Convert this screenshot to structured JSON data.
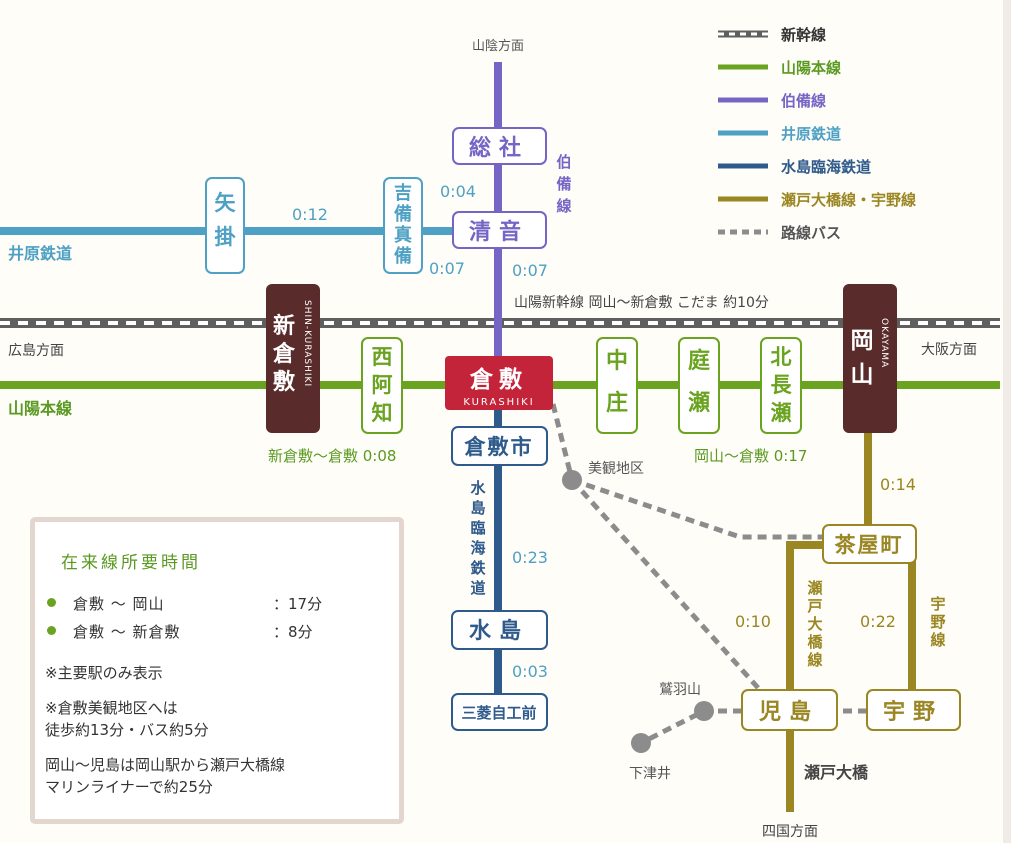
{
  "colors": {
    "shinkansen": "#5f5f5f",
    "sanyo": "#6aa320",
    "hakubi": "#7566c6",
    "ibara": "#4ea1c4",
    "mizushima": "#2f5a8c",
    "seto": "#9a8622",
    "bus": "#8c8c8c",
    "kurashiki_red": "#c4243a",
    "maroon": "#5a2b2b"
  },
  "legend": [
    {
      "label": "新幹線",
      "style": "shinkansen",
      "color": "#333333"
    },
    {
      "label": "山陽本線",
      "style": "sanyo",
      "color": "#5a9a22"
    },
    {
      "label": "伯備線",
      "style": "hakubi",
      "color": "#7566c6"
    },
    {
      "label": "井原鉄道",
      "style": "ibara",
      "color": "#4ea1c4"
    },
    {
      "label": "水島臨海鉄道",
      "style": "mizushima",
      "color": "#2f5a8c"
    },
    {
      "label": "瀬戸大橋線・宇野線",
      "style": "seto",
      "color": "#9a8622"
    },
    {
      "label": "路線バス",
      "style": "bus",
      "color": "#555555"
    }
  ],
  "stations": {
    "souja": "総社",
    "kiyone": "清音",
    "yakake": "矢掛",
    "kibimakibi": "吉備真備",
    "shinkurashiki": "新倉敷",
    "shinkurashiki_roman": "SHIN-KURASHIKI",
    "nishiachi": "西阿知",
    "kurashiki": "倉敷",
    "kurashiki_roman": "KURASHIKI",
    "nakasho": "中庄",
    "niwase": "庭瀬",
    "kitanagase": "北長瀬",
    "okayama": "岡山",
    "okayama_roman": "OKAYAMA",
    "kurashikishi": "倉敷市",
    "mizushima": "水島",
    "mitsubishi": "三菱自工前",
    "chayamachi": "茶屋町",
    "kojima": "児島",
    "uno": "宇野"
  },
  "labels": {
    "sanin_direction": "山陰方面",
    "hakubi_line_vertical": "伯備線",
    "ibara_line": "井原鉄道",
    "hiroshima_direction": "広島方面",
    "sanyo_line": "山陽本線",
    "osaka_direction": "大阪方面",
    "shinkansen_note": "山陽新幹線 岡山〜新倉敷 こだま 約10分",
    "shinkurashiki_kurashiki": "新倉敷〜倉敷 0:08",
    "okayama_kurashiki": "岡山〜倉敷 0:17",
    "bikan": "美観地区",
    "mizushima_line_vertical": "水島臨海鉄道",
    "setoohashi_line_vertical": "瀬戸大橋線",
    "uno_line_vertical": "宇野線",
    "washuzan": "鷲羽山",
    "shimotsui": "下津井",
    "setoohashi": "瀬戸大橋",
    "shikoku_direction": "四国方面"
  },
  "times": {
    "souja_kiyone": "0:04",
    "yakake_kibi": "0:12",
    "kibi_kiyone": "0:07",
    "kiyone_kurashiki": "0:07",
    "kurashikishi_mizushima": "0:23",
    "mizushima_mitsubishi": "0:03",
    "okayama_chayamachi": "0:14",
    "chayamachi_kojima": "0:10",
    "chayamachi_uno": "0:22"
  },
  "notes": {
    "title": "在来線所要時間",
    "rows": [
      {
        "route": "倉敷 〜 岡山",
        "time": "：17分"
      },
      {
        "route": "倉敷 〜 新倉敷",
        "time": "：8分"
      }
    ],
    "p1": "※主要駅のみ表示",
    "p2a": "※倉敷美観地区へは",
    "p2b": "徒歩約13分・バス約5分",
    "p3a": "岡山〜児島は岡山駅から瀬戸大橋線",
    "p3b": "マリンライナーで約25分"
  }
}
